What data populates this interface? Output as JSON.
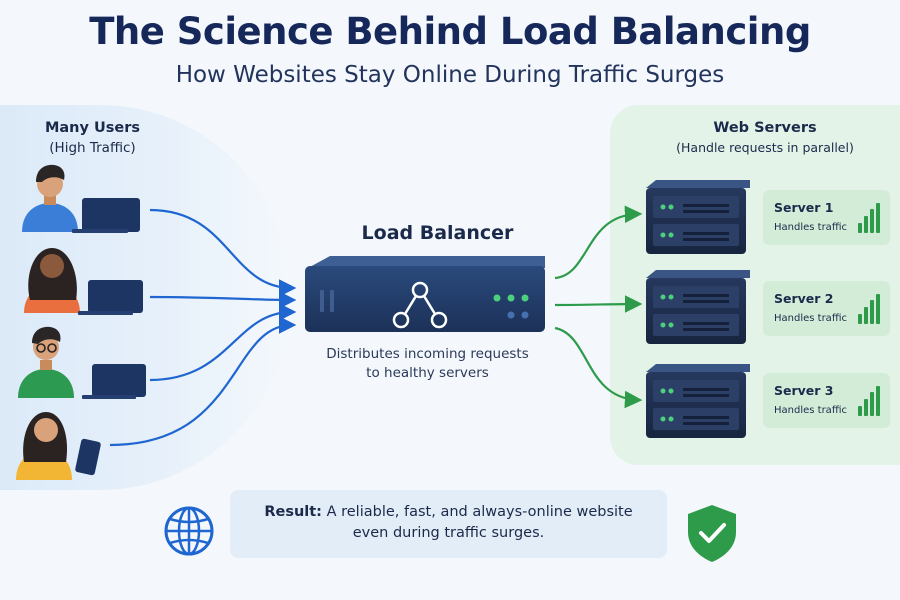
{
  "title": "The Science Behind Load Balancing",
  "subtitle": "How Websites Stay Online During Traffic Surges",
  "users": {
    "title": "Many Users",
    "subtitle": "(High Traffic)"
  },
  "load_balancer": {
    "title": "Load Balancer",
    "description_line1": "Distributes incoming requests",
    "description_line2": "to healthy servers"
  },
  "servers": {
    "title": "Web Servers",
    "subtitle": "(Handle requests in parallel)",
    "items": [
      {
        "name": "Server 1",
        "note": "Handles traffic"
      },
      {
        "name": "Server 2",
        "note": "Handles traffic"
      },
      {
        "name": "Server 3",
        "note": "Handles traffic"
      }
    ]
  },
  "result": {
    "label": "Result:",
    "line1": "A reliable, fast, and always-online website",
    "line2": "even during traffic surges."
  },
  "colors": {
    "navy": "#16275a",
    "arrow_blue": "#1f66d1",
    "arrow_green": "#2e9b4a",
    "server_dark": "#1d2c4c",
    "led_green": "#4cd07d"
  }
}
